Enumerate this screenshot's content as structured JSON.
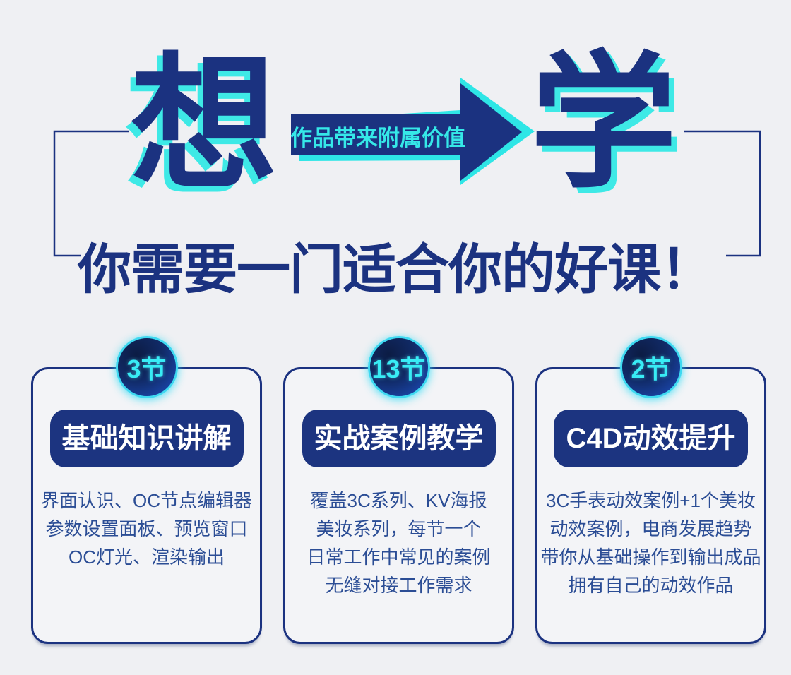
{
  "hero": {
    "want_char": "想",
    "learn_char": "学",
    "arrow_label": "作品带来附属价值",
    "headline": "你需要一门适合你的好课！"
  },
  "cards": [
    {
      "badge": "3节",
      "title": "基础知识讲解",
      "lines": [
        "界面认识、OC节点编辑器",
        "参数设置面板、预览窗口",
        "OC灯光、渲染输出"
      ]
    },
    {
      "badge": "13节",
      "title": "实战案例教学",
      "lines": [
        "覆盖3C系列、KV海报",
        "美妆系列，每节一个",
        "日常工作中常见的案例",
        "无缝对接工作需求"
      ]
    },
    {
      "badge": "2节",
      "title": "C4D动效提升",
      "lines": [
        "3C手表动效案例+1个美妆",
        "动效案例，电商发展趋势",
        "带你从基础操作到输出成品",
        "拥有自己的动效作品"
      ]
    }
  ],
  "colors": {
    "page_bg": "#eff0f3",
    "card_bg": "#f3f4f7",
    "navy": "#1b3280",
    "cyan_accent": "#3ee9e6",
    "badge_ring": "#3ed9f1",
    "badge_text": "#38ecf5",
    "body_text": "#2b4d95",
    "title_text": "#ffffff"
  }
}
